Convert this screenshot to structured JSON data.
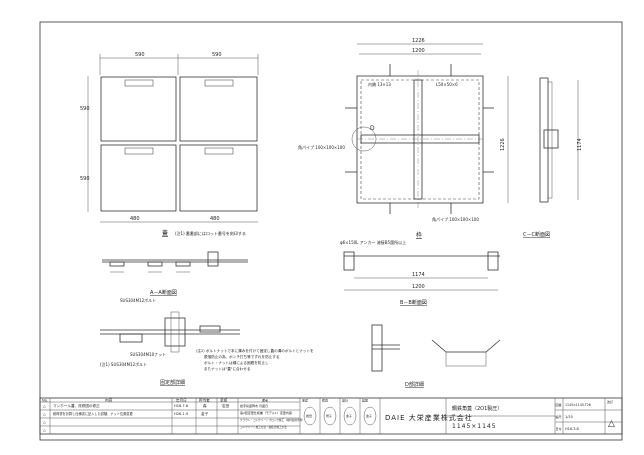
{
  "views": {
    "lid_title": "蓋",
    "lid_note": "(注1) 番番部にはロット番号を刻印する",
    "frame_title": "枠",
    "cc_title": "C－C断面図",
    "aa_title": "A－A断面図",
    "bb_title": "B－B断面図",
    "fix_title": "固定部詳細",
    "d_title": "D部詳細"
  },
  "dims": {
    "lid_left": "590",
    "lid_right": "590",
    "lid_bottom_left": "480",
    "lid_bottom_right": "480",
    "lid_height_top": "590",
    "lid_height_bottom": "590",
    "frame_outer": "1226",
    "frame_inner": "1200",
    "cc_height": "1226",
    "cc_inner": "1174",
    "bb_inner": "1174",
    "bb_outer": "1200"
  },
  "labels": {
    "frame_chain": "内鎖 13×13",
    "frame_angle": "L50×50×6",
    "frame_pipe_left": "角パイプ 100×100×100",
    "frame_pipe_bottom": "角パイプ 100×100×100",
    "anchor": "φ6×150L アンカー 溶接B5箇所以上",
    "bolt1": "SUS304M12ボルト",
    "bolt2": "SUS304M10ナット",
    "note_fix1": "(注1) SUS304M12ボルト",
    "note_fix2": "(注2) ボルトナットで本に溝みを付けて固定し蓋の溝のボルトとナットを",
    "note_fix3": "脱落防止の為、ポンチ打ち等でずれを防止する",
    "note_fix4": "ボルト・ナットは錆による固着を防止し",
    "note_fix5": "またナットは\"蓋\"に合わせる"
  },
  "revisions": {
    "headers": [
      "No.",
      "内容",
      "年月日",
      "担当者",
      "承認"
    ],
    "rows": [
      [
        "△",
        "マンホール蓋、改修図の修正",
        "H16.7.6",
        "森",
        "岩田"
      ],
      [
        "△",
        "耐荷重を計算し仕様書に記入した試験、ナット位置変更",
        "H26.1.9",
        "金子",
        ""
      ],
      [
        "△",
        "",
        "",
        "",
        ""
      ],
      [
        "△",
        "",
        "",
        "",
        ""
      ]
    ]
  },
  "approvals": {
    "header": "備考",
    "items": [
      "岩手県盛岡市 月盛日",
      "第2回変更仕様書（モデル1）変更内容",
      "クラウン・コンクリートブロック施工（材料使用条件）",
      "コンクリート施工方法・蓋結合施工方法"
    ],
    "stamp_headers": [
      "承認",
      "照査",
      "設計",
      "製図"
    ],
    "stamps": [
      "岩田",
      "増子",
      "金子",
      "金子"
    ]
  },
  "title_block": {
    "company": "DAIE 大栄産業株式会社",
    "drawing_name": "鋼鉄角蓋（2O1製圧）",
    "size": "1145×1145",
    "number_label": "図番",
    "number": "1145×1145-T26",
    "scale_label": "縮尺",
    "scale": "1/10",
    "date_label": "日付",
    "date": "H16.3.8",
    "rev_label": "改訂",
    "rev_symbol": "△"
  }
}
